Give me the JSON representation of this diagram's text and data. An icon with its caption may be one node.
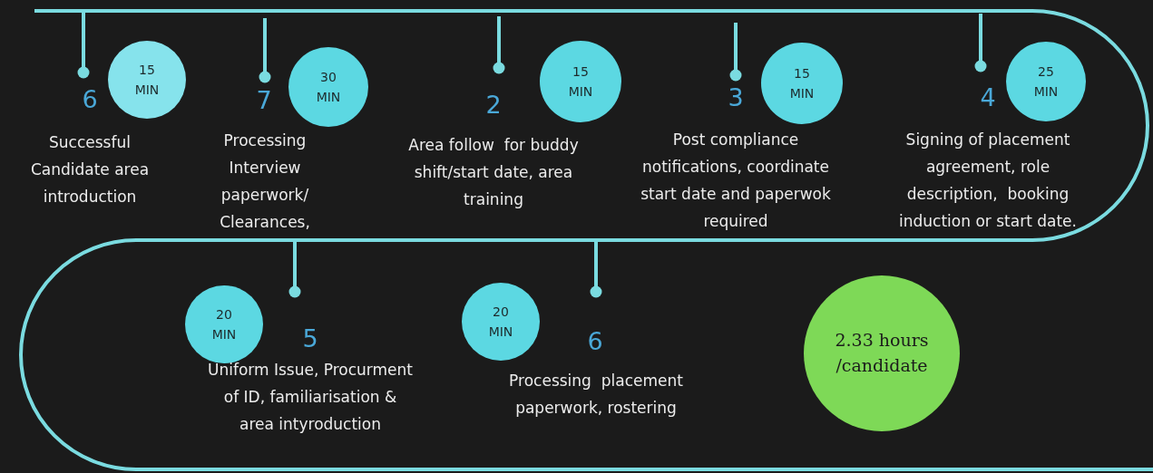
{
  "diagram": {
    "nodes": [
      {
        "text": [
          "15 MIN"
        ],
        "beside": [
          "6",
          "Successful Candidate area introduction"
        ]
      },
      {
        "text": [
          "30 MIN"
        ],
        "beside": [
          "7",
          "Processing Interview paperwork/ Clearances,"
        ]
      },
      {
        "text": [
          "15 MIN"
        ],
        "beside": [
          "2",
          "Area follow  for buddy shift/start date, area training"
        ]
      },
      {
        "text": [
          "15 MIN"
        ],
        "beside": [
          "3",
          "Post compliance notifications, coordinate start date and paperwok required"
        ]
      },
      {
        "text": [
          "25 MIN"
        ],
        "beside": [
          "4",
          "Signing of placement agreement, role description,  booking induction or start date."
        ]
      },
      {
        "text": [
          "20 MIN"
        ],
        "beside": [
          "5",
          "Uniform Issue, Procurment of ID, familiarisation &  area intyroduction"
        ]
      },
      {
        "text": [
          "20 MIN"
        ],
        "beside": [
          "6",
          "Processing  placement paperwork, rostering"
        ]
      },
      {
        "text": [
          "2.33 hours /candidate"
        ]
      }
    ],
    "edges": []
  }
}
